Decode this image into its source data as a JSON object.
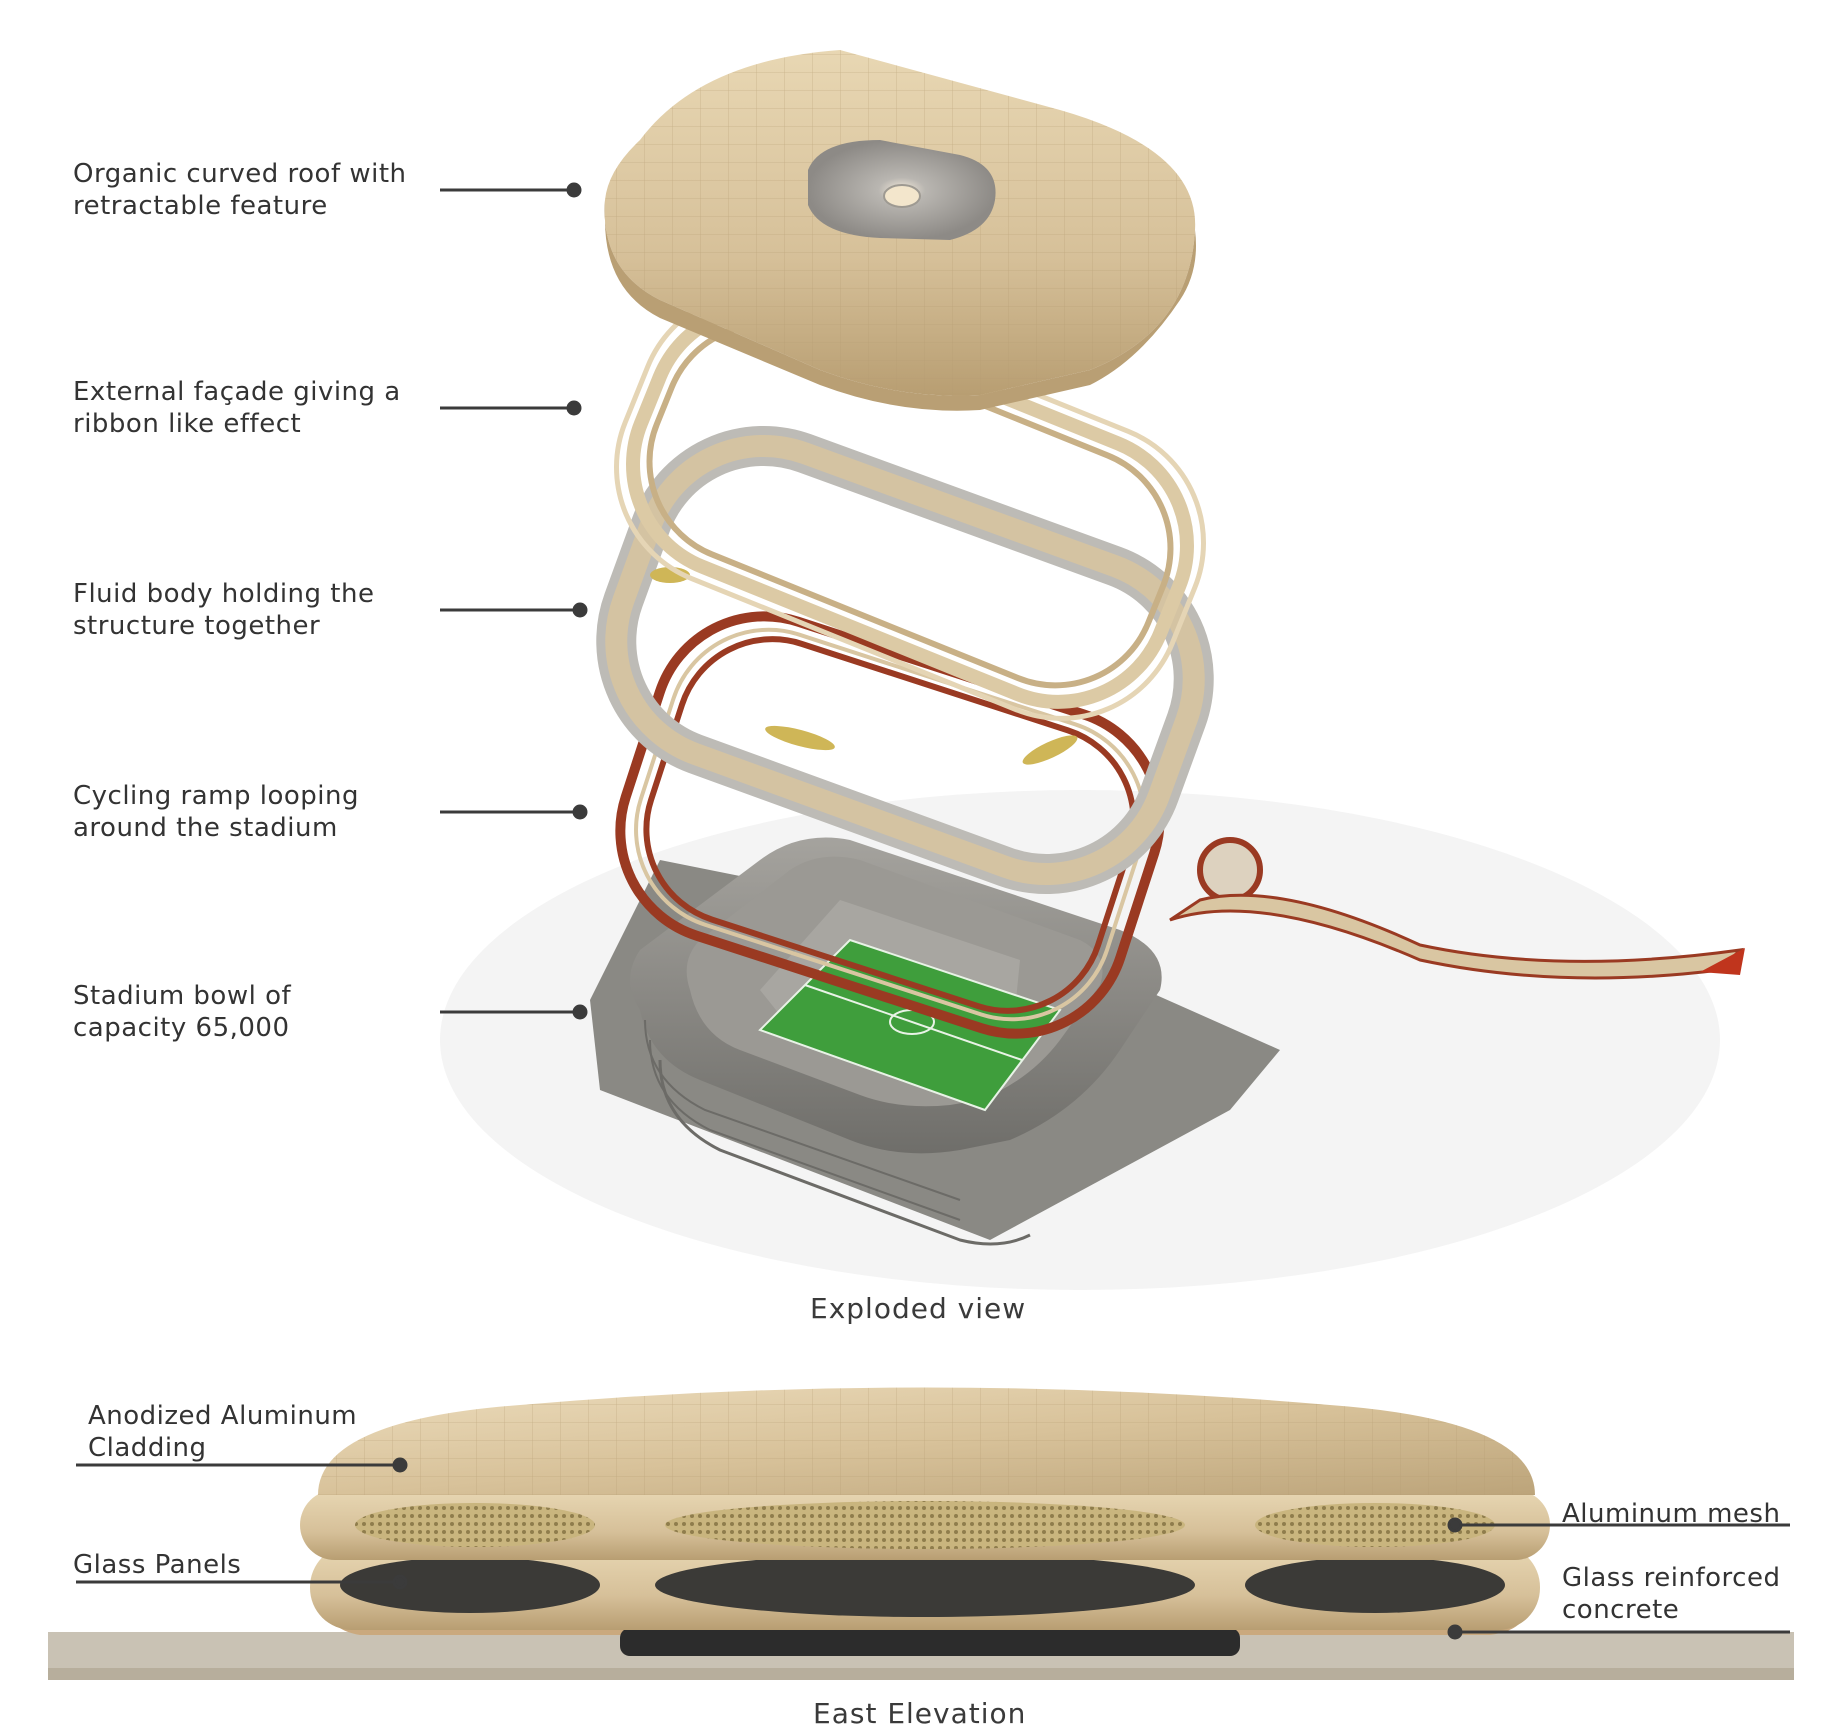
{
  "exploded": {
    "caption": "Exploded view",
    "labels": [
      {
        "line1": "Organic curved roof with",
        "line2": "retractable feature"
      },
      {
        "line1": "External façade giving a",
        "line2": "ribbon like effect"
      },
      {
        "line1": "Fluid body holding the",
        "line2": "structure together"
      },
      {
        "line1": "Cycling ramp looping",
        "line2": "around the stadium"
      },
      {
        "line1": "Stadium bowl of",
        "line2": "capacity 65,000"
      }
    ]
  },
  "elevation": {
    "caption": "East Elevation",
    "left_labels": [
      {
        "line1": "Anodized Aluminum",
        "line2": "Cladding"
      },
      {
        "line1": "Glass Panels",
        "line2": ""
      }
    ],
    "right_labels": [
      {
        "line1": "Aluminum mesh",
        "line2": ""
      },
      {
        "line1": "Glass reinforced",
        "line2": "concrete"
      }
    ]
  },
  "colors": {
    "cladding": "#d9c6a2",
    "cycling_ramp": "#9a3a22",
    "pitch": "#3f9e3c",
    "bowl": "#8a8984",
    "leader": "#3b3b3b"
  }
}
